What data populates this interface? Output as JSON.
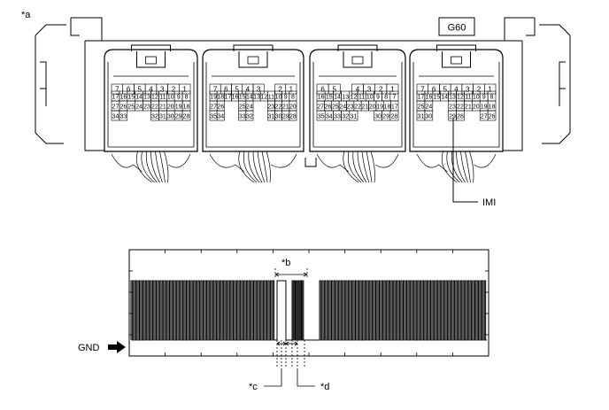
{
  "labels": {
    "figure_ref": "*a",
    "connector_id": "G60",
    "signal_name": "IMI",
    "ground": "GND",
    "callout_b": "*b",
    "callout_c": "*c",
    "callout_d": "*d"
  },
  "connectors": [
    {
      "rows": [
        [
          "7",
          "6",
          "5",
          "4",
          "3",
          "2",
          "1"
        ],
        [
          "17",
          "16",
          "15",
          "14",
          "13",
          "12",
          "11",
          "10",
          "9",
          "8"
        ],
        [
          "27",
          "26",
          "25",
          "24",
          "23",
          "22",
          "21",
          "20",
          "19",
          "18"
        ],
        [
          "34",
          "33",
          "",
          "",
          "",
          "32",
          "31",
          "30",
          "29",
          "28"
        ]
      ]
    },
    {
      "rows": [
        [
          "7",
          "6",
          "5",
          "4",
          "3",
          "",
          "2",
          "1"
        ],
        [
          "19",
          "18",
          "17",
          "16",
          "15",
          "14",
          "13",
          "12",
          "11",
          "10",
          "9",
          "8"
        ],
        [
          "27",
          "26",
          "",
          "",
          "25",
          "24",
          "",
          "",
          "23",
          "22",
          "21",
          "20"
        ],
        [
          "35",
          "34",
          "",
          "",
          "33",
          "32",
          "",
          "",
          "31",
          "30",
          "29",
          "28"
        ]
      ]
    },
    {
      "rows": [
        [
          "6",
          "5",
          "",
          "4",
          "3",
          "2",
          "1"
        ],
        [
          "16",
          "15",
          "14",
          "13",
          "12",
          "11",
          "10",
          "9",
          "8",
          "7"
        ],
        [
          "27",
          "26",
          "25",
          "24",
          "23",
          "22",
          "21",
          "20",
          "19",
          "18",
          "17"
        ],
        [
          "35",
          "34",
          "33",
          "32",
          "31",
          "",
          "",
          "30",
          "29",
          "28"
        ]
      ]
    },
    {
      "rows": [
        [
          "7",
          "6",
          "5",
          "4",
          "3",
          "2",
          "1"
        ],
        [
          "17",
          "16",
          "15",
          "14",
          "13",
          "12",
          "11",
          "10",
          "9",
          "8"
        ],
        [
          "25",
          "24",
          "",
          "",
          "23",
          "22",
          "21",
          "20",
          "19",
          "18"
        ],
        [
          "31",
          "30",
          "",
          "",
          "29",
          "28",
          "",
          "",
          "27",
          "26"
        ]
      ]
    }
  ],
  "waveform": {
    "segments": [
      {
        "kind": "pulses",
        "count": 60
      },
      {
        "kind": "low"
      },
      {
        "kind": "high"
      },
      {
        "kind": "low"
      },
      {
        "kind": "pulses",
        "count": 6
      },
      {
        "kind": "low"
      },
      {
        "kind": "pulses",
        "count": 70
      }
    ]
  }
}
